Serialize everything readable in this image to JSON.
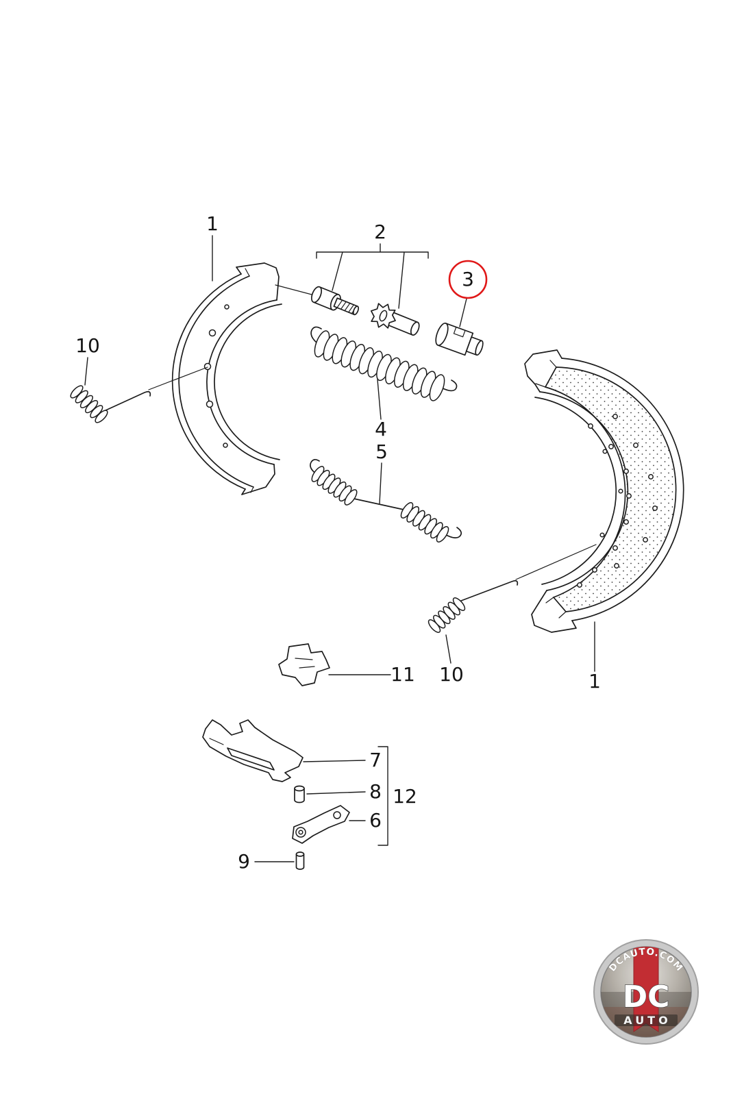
{
  "diagram": {
    "callouts": {
      "c1_left": "1",
      "c2": "2",
      "c3": "3",
      "c4": "4",
      "c5": "5",
      "c6": "6",
      "c7": "7",
      "c8": "8",
      "c9": "9",
      "c10_left": "10",
      "c10_right": "10",
      "c11": "11",
      "c12": "12",
      "c1_right": "1"
    },
    "highlight_color": "#e01818",
    "line_color": "#1c1c1c",
    "background_color": "#ffffff"
  },
  "watermark": {
    "arc_text": "DCAUTO.COM",
    "initials": "DC",
    "name": "AUTO",
    "ribbon_color": "#c1272d"
  }
}
